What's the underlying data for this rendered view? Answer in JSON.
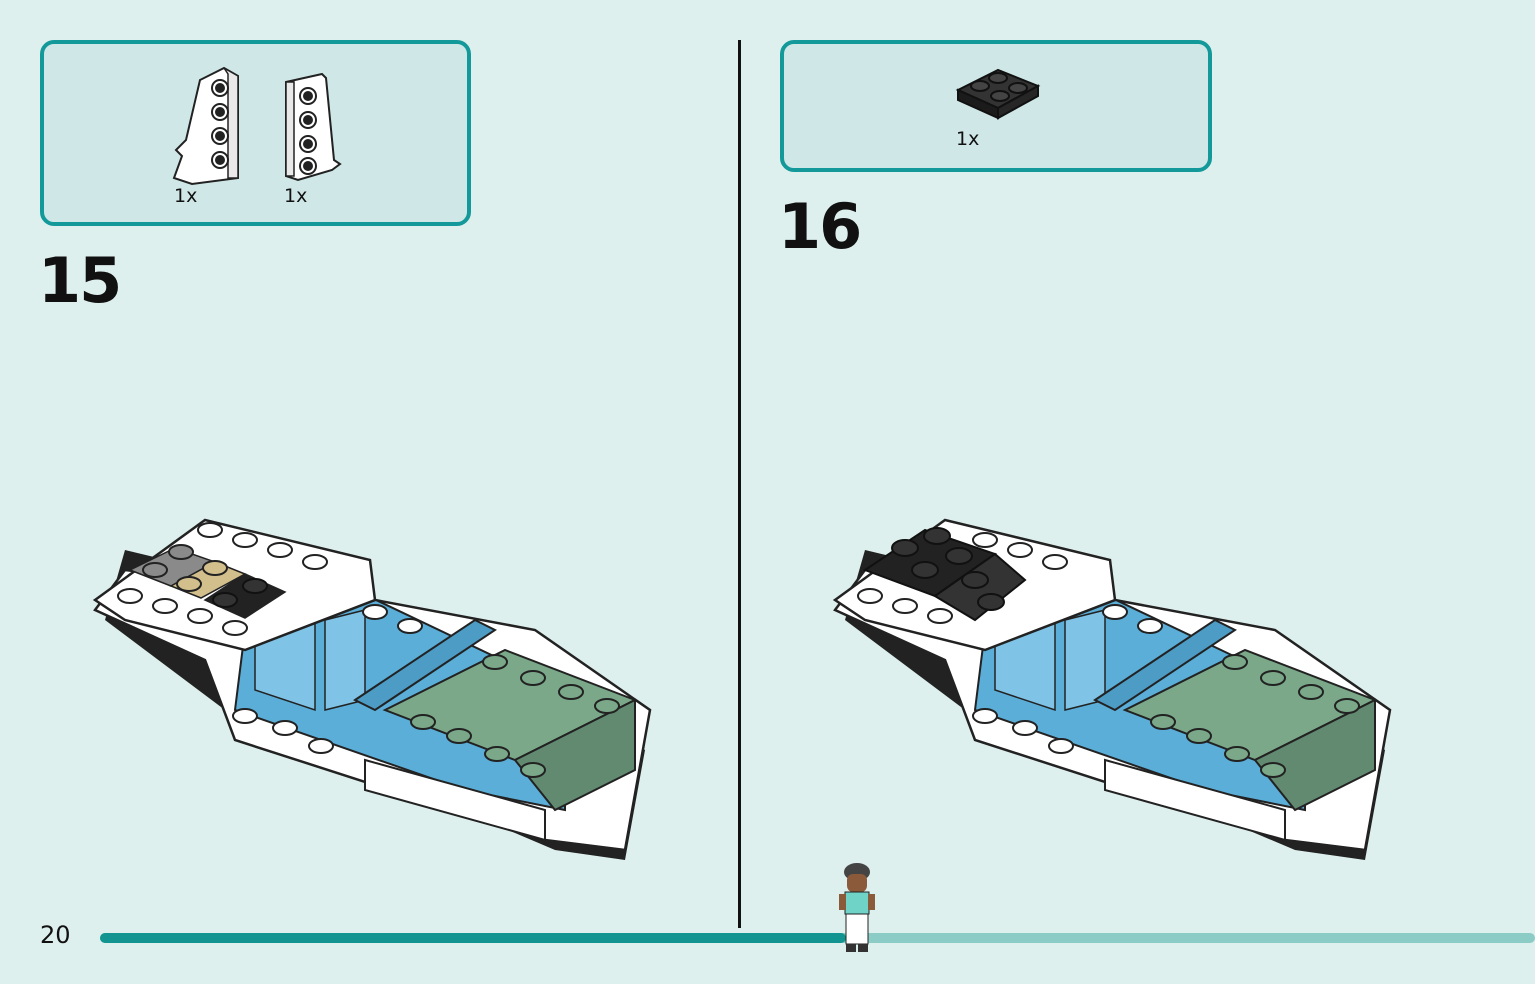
{
  "page": {
    "number": "20",
    "progress_fraction": 0.52
  },
  "steps": [
    {
      "number": "15",
      "parts": [
        {
          "name": "white-wedge-plate-left",
          "qty": "1x",
          "color": "#ffffff"
        },
        {
          "name": "white-wedge-plate-right",
          "qty": "1x",
          "color": "#ffffff"
        }
      ]
    },
    {
      "number": "16",
      "parts": [
        {
          "name": "black-plate-2x2",
          "qty": "1x",
          "color": "#1b1b1b"
        }
      ]
    }
  ],
  "colors": {
    "background": "#def0ee",
    "accent": "#14999a",
    "box_fill": "#cfe8e7",
    "brick_white": "#ffffff",
    "brick_blue": "#5aaed8",
    "brick_green": "#7aa888",
    "brick_tan": "#d2bf8c",
    "brick_gray": "#8a8a8a",
    "brick_black": "#1b1b1b"
  },
  "icons": [
    "wedge-plate-icon",
    "black-plate-icon",
    "boat-model-icon",
    "minifigure-icon"
  ]
}
